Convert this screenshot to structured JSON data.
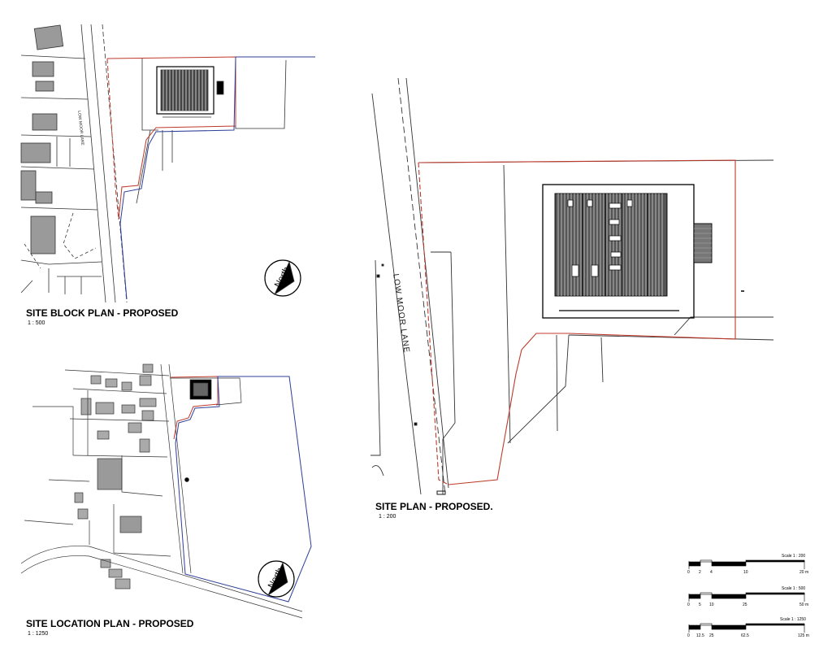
{
  "block_plan": {
    "title": "SITE BLOCK PLAN - PROPOSED",
    "scale": "1 : 500",
    "north": "North",
    "road": "LOW MOOR LANE"
  },
  "location_plan": {
    "title": "SITE LOCATION PLAN - PROPOSED",
    "scale": "1 : 1250",
    "north": "North"
  },
  "site_plan": {
    "title": "SITE PLAN - PROPOSED.",
    "scale": "1 : 200",
    "road": "LOW MOOR LANE"
  },
  "scale_bars": [
    {
      "label": "Scale 1 : 200",
      "ticks": [
        "0",
        "2",
        "4",
        "10",
        "20 m"
      ]
    },
    {
      "label": "Scale 1 : 500",
      "ticks": [
        "0",
        "5",
        "10",
        "25",
        "50 m"
      ]
    },
    {
      "label": "Scale 1 : 1250",
      "ticks": [
        "0",
        "12.5",
        "25",
        "62.5",
        "125 m"
      ]
    }
  ],
  "colors": {
    "boundary_red": "#c0392b",
    "boundary_blue": "#2c3e99",
    "building_grey": "#9a9a9a",
    "line": "#333333"
  }
}
